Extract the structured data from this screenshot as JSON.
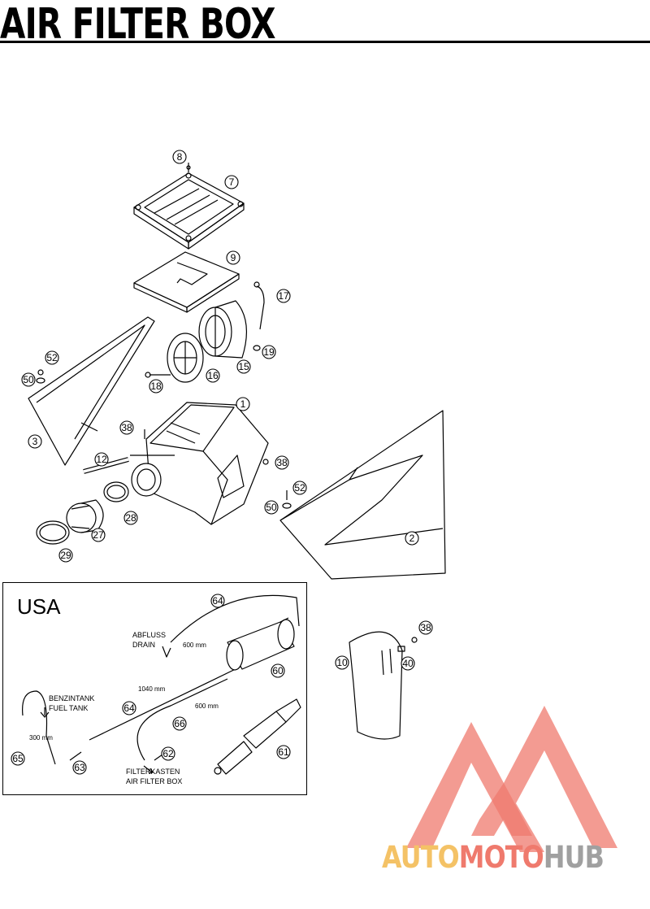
{
  "title": "AIR FILTER BOX",
  "usa_panel": {
    "label": "USA",
    "drain_line1": "ABFLUSS",
    "drain_line2": "DRAIN",
    "fuel_tank_line1": "BENZINTANK",
    "fuel_tank_line2": "FUEL TANK",
    "air_filter_box_line1": "FILTERKASTEN",
    "air_filter_box_line2": "AIR FILTER BOX",
    "len_600_a": "600 mm",
    "len_1040": "1040 mm",
    "len_600_b": "600 mm",
    "len_300": "300 mm"
  },
  "callouts": [
    "8",
    "7",
    "9",
    "17",
    "52",
    "50",
    "19",
    "15",
    "16",
    "18",
    "1",
    "3",
    "38",
    "12",
    "38",
    "52",
    "50",
    "28",
    "27",
    "29",
    "2",
    "64",
    "60",
    "64",
    "66",
    "65",
    "63",
    "62",
    "61",
    "38",
    "10",
    "40"
  ],
  "watermark": {
    "part1": "AUTO",
    "part2": "MOTO",
    "part3": "HUB",
    "colors": {
      "auto": "#f4c266",
      "moto": "#ef7a6d",
      "hub": "#a0a0a0"
    }
  }
}
